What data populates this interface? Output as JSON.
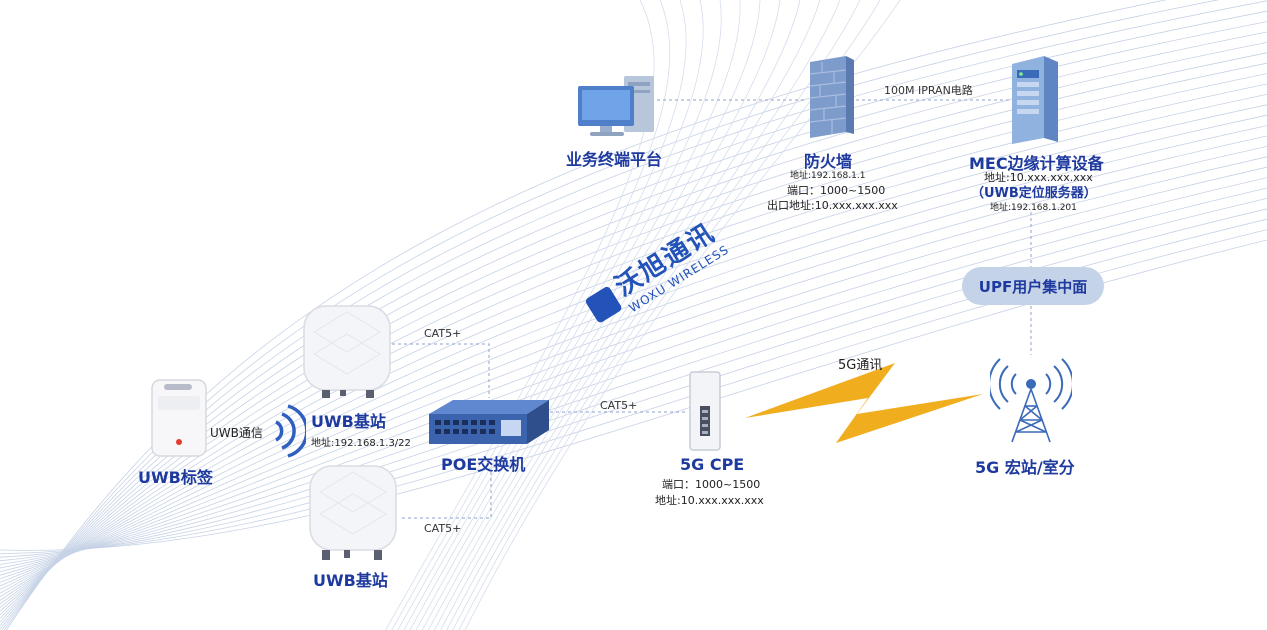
{
  "colors": {
    "accent": "#1e3a9e",
    "lines": "#8fa2c8",
    "bolt": "#f0ad1e",
    "text": "#222222"
  },
  "logo": {
    "name": "沃旭通讯",
    "sub": "WOXU WIRELESS"
  },
  "nodes": {
    "platform": {
      "title": "业务终端平台",
      "icon": "desktop-computer-icon"
    },
    "firewall": {
      "title": "防火墙",
      "addr": "地址:192.168.1.1",
      "port": "端口：1000~1500",
      "out": "出口地址:10.xxx.xxx.xxx",
      "icon": "firewall-icon"
    },
    "mec": {
      "title": "MEC边缘计算设备",
      "addr": "地址:10.xxx.xxx.xxx",
      "sub": "（UWB定位服务器）",
      "addr2": "地址:192.168.1.201",
      "icon": "server-icon"
    },
    "upf": {
      "title": "UPF用户集中面"
    },
    "tower": {
      "title": "5G 宏站/室分",
      "icon": "cell-tower-icon"
    },
    "cpe": {
      "title": "5G CPE",
      "port": "端口：1000~1500",
      "addr": "地址:10.xxx.xxx.xxx",
      "icon": "cpe-router-icon"
    },
    "poe": {
      "title": "POE交换机",
      "icon": "network-switch-icon"
    },
    "uwb1": {
      "title": "UWB基站",
      "addr": "地址:192.168.1.3/22",
      "icon": "uwb-anchor-icon"
    },
    "uwb2": {
      "title": "UWB基站",
      "icon": "uwb-anchor-icon"
    },
    "tag": {
      "title": "UWB标签",
      "icon": "uwb-tag-icon"
    }
  },
  "links": {
    "iptran": "100M IPRAN电路",
    "cat5_top": "CAT5+",
    "cat5_mid": "CAT5+",
    "cat5_bot": "CAT5+",
    "fiveg": "5G通讯",
    "uwb": "UWB通信"
  }
}
